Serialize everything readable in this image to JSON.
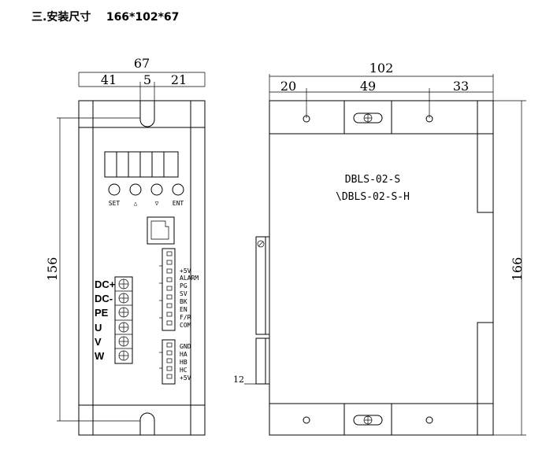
{
  "heading": {
    "prefix": "三.",
    "title": "安装尺寸",
    "size": "166*102*67"
  },
  "front_view": {
    "dim_width": "67",
    "dim_left": "41",
    "dim_mid": "5",
    "dim_right": "21",
    "dim_height": "156",
    "button_labels": [
      "SET",
      "△",
      "▽",
      "ENT"
    ],
    "power_terminals": [
      "DC+",
      "DC-",
      "PE",
      "U",
      "V",
      "W"
    ],
    "signal_terminals": [
      "+5V",
      "ALARM",
      "PG",
      "SV",
      "BK",
      "EN",
      "F/R",
      "COM"
    ],
    "hall_terminals": [
      "GND",
      "HA",
      "HB",
      "HC",
      "+5V"
    ]
  },
  "side_view": {
    "dim_width": "102",
    "dim_a": "20",
    "dim_b": "49",
    "dim_c": "33",
    "dim_height": "166",
    "dim_offset": "12",
    "model_line1": "DBLS-02-S",
    "model_line2": "\\DBLS-02-S-H"
  },
  "colors": {
    "line": "#000000",
    "background": "#ffffff"
  }
}
